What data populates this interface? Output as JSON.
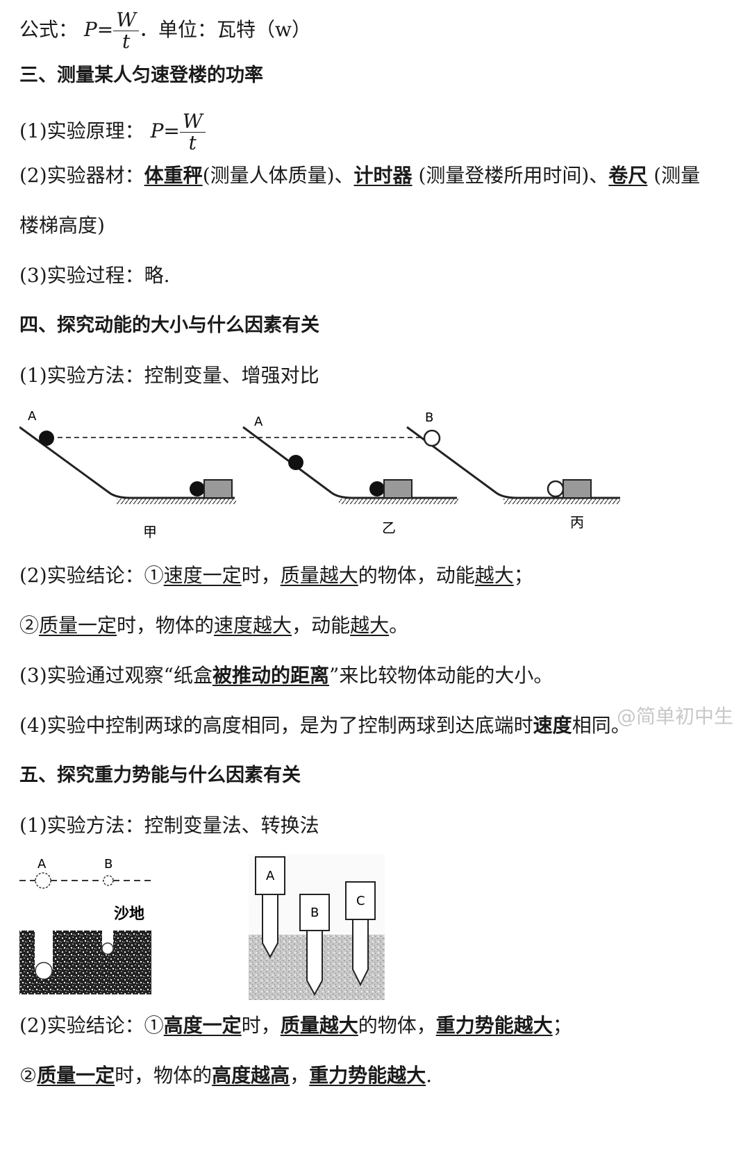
{
  "formula_line": {
    "prefix": "公式：",
    "p": "P",
    "eq": "=",
    "num": "W",
    "den": "t",
    "suffix": "．单位：瓦特（w）"
  },
  "sec3": {
    "title": "三、测量某人匀速登楼的功率",
    "principle": {
      "prefix": "(1)实验原理：",
      "p": "P",
      "eq": "=",
      "num": "W",
      "den": "t"
    },
    "equipment": {
      "prefix": "(2)实验器材：",
      "item1": "体重秤",
      "mid1": "(测量人体质量)、",
      "item2": "计时器",
      "mid2": " (测量登楼所用时间)、",
      "item3": "卷尺",
      "mid3": " (测量",
      "cont": "楼梯高度)"
    },
    "process": "(3)实验过程：略."
  },
  "sec4": {
    "title": "四、探究动能的大小与什么因素有关",
    "method": "(1)实验方法：控制变量、增强对比",
    "figure": {
      "label_a1": "A",
      "label_a2": "A",
      "label_b": "B",
      "cap1": "甲",
      "cap2": "乙",
      "cap3": "丙"
    },
    "conclusion1": {
      "prefix": "(2)实验结论：①",
      "u1": "速度一定",
      "t1": "时，",
      "u2": "质量越大",
      "t2": "的物体，动能",
      "u3": "越大",
      "t3": "；"
    },
    "conclusion2": {
      "prefix": "②",
      "u1": "质量一定",
      "t1": "时，物体的",
      "u2": "速度越大",
      "t2": "，动能",
      "u3": "越大",
      "t3": "。"
    },
    "observe": {
      "prefix": "(3)实验通过观察“纸盒",
      "bu": "被推动的距离",
      "suffix": "”来比较物体动能的大小。"
    },
    "height": {
      "prefix": "(4)实验中控制两球的高度相同，是为了控制两球到达底端时",
      "b": "速度",
      "suffix": "相同。"
    }
  },
  "watermark": "@简单初中生",
  "sec5": {
    "title": "五、探究重力势能与什么因素有关",
    "method": "(1)实验方法：控制变量法、转换法",
    "figure": {
      "ball_a": "A",
      "ball_b": "B",
      "sand": "沙地",
      "peg_a": "A",
      "peg_b": "B",
      "peg_c": "C"
    },
    "conclusion1": {
      "prefix": "(2)实验结论：①",
      "u1": "高度一定",
      "t1": "时，",
      "u2": "质量越大",
      "t2": "的物体，",
      "u3": "重力势能越大",
      "t3": "；"
    },
    "conclusion2": {
      "prefix": "②",
      "u1": "质量一定",
      "t1": "时，物体的",
      "u2": "高度越高",
      "t2": "，",
      "u3": "重力势能越大",
      "t3": "."
    }
  }
}
